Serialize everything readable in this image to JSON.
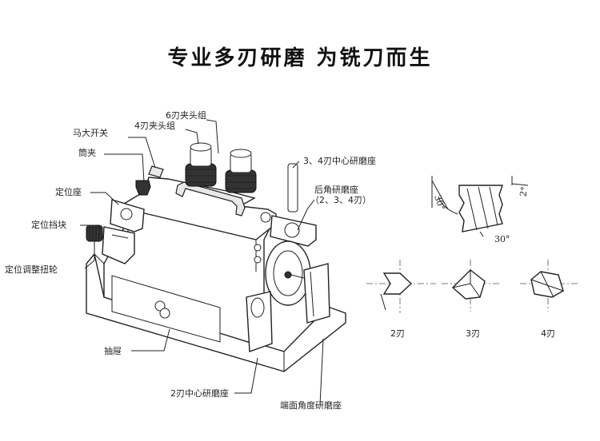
{
  "title": "专业多刃研磨  为铣刀而生",
  "labels": {
    "six_flute_chuck": "6刃夹头组",
    "four_flute_chuck": "4刃夹头组",
    "motor_switch": "马大开关",
    "collet": "筒夹",
    "positioning_seat": "定位座",
    "positioning_block": "定位挡块",
    "adjust_knob": "定位调整扭轮",
    "drawer": "抽屉",
    "two_flute_center_seat": "2刃中心研磨座",
    "end_face_seat": "端面角度研磨座",
    "three_four_center_seat": "3、4刃中心研磨座",
    "back_angle_seat_line1": "后角研磨座",
    "back_angle_seat_line2": "（2、3、4刃）"
  },
  "angles": {
    "a1": "30°",
    "a2": "2°",
    "a3": "30°"
  },
  "flute_labels": [
    "2刃",
    "3刃",
    "4刃"
  ]
}
